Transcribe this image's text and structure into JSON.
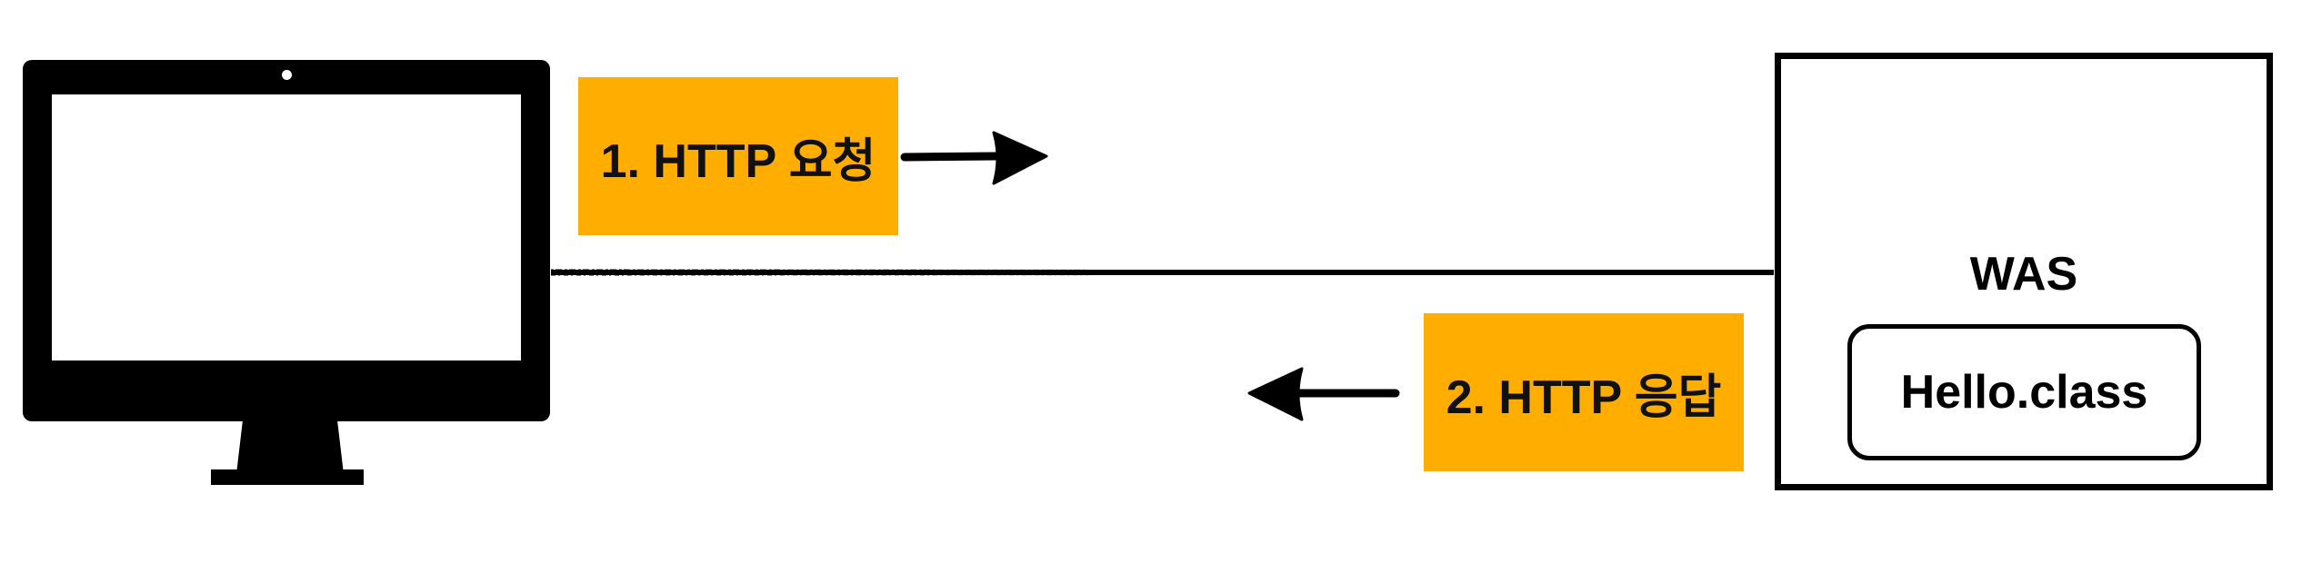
{
  "diagram": {
    "client": {
      "icon": "desktop-monitor-icon"
    },
    "request": {
      "label": "1. HTTP 요청",
      "direction": "right"
    },
    "response": {
      "label": "2. HTTP 응답",
      "direction": "left"
    },
    "server": {
      "title": "WAS",
      "component": "Hello.class"
    },
    "colors": {
      "label_background": "#FFAE00",
      "stroke": "#000000",
      "background": "#FFFFFF"
    }
  }
}
